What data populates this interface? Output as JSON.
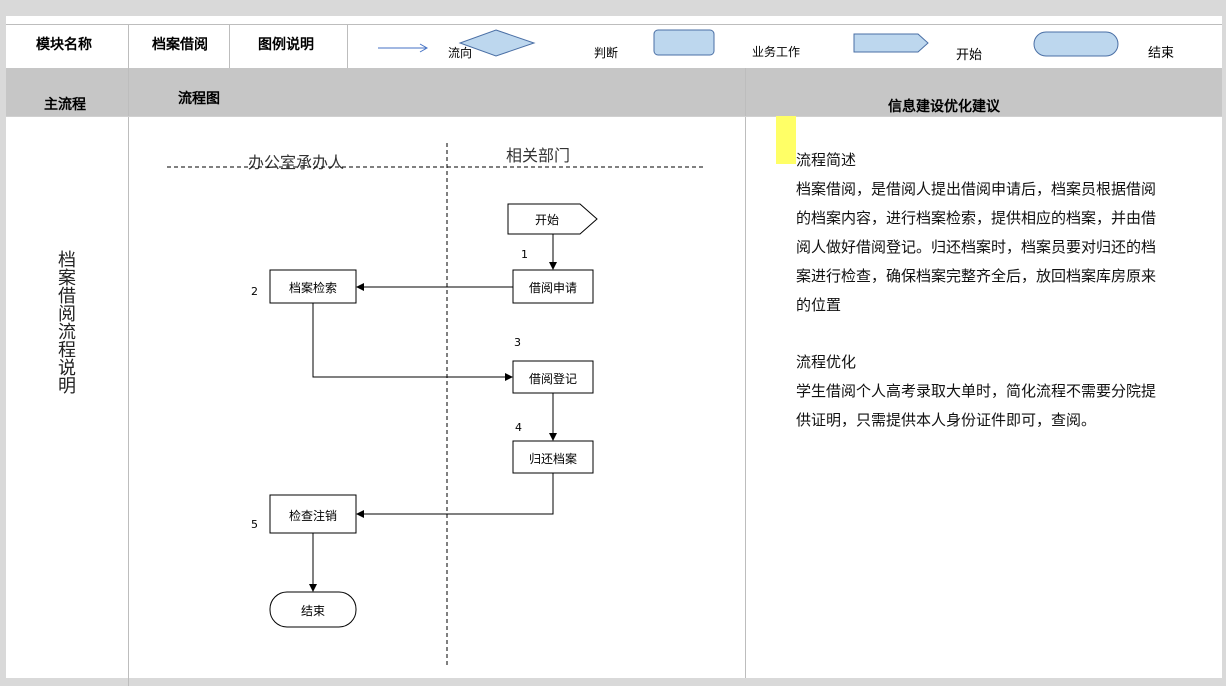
{
  "header": {
    "module_name_label": "模块名称",
    "module_name_value": "档案借阅",
    "legend_title": "图例说明",
    "legend": {
      "flow": "流向",
      "decision": "判断",
      "task": "业务工作",
      "start": "开始",
      "end": "结束"
    }
  },
  "columns": {
    "main_flow": "主流程",
    "flowchart": "流程图",
    "suggestions": "信息建设优化建议"
  },
  "main_flow_name": "档案借阅流程说明",
  "lanes": {
    "office": "办公室承办人",
    "department": "相关部门"
  },
  "nodes": {
    "start": "开始",
    "apply": "借阅申请",
    "search": "档案检索",
    "register": "借阅登记",
    "return": "归还档案",
    "check": "检查注销",
    "end": "结束"
  },
  "steps": {
    "s1": "1",
    "s2": "2",
    "s3": "3",
    "s4": "4",
    "s5": "5"
  },
  "suggestions": {
    "flow_title": "流程简述",
    "flow_lines": [
      "档案借阅，是借阅人提出借阅申请后，档案员根据借阅",
      "的档案内容，进行档案检索，提供相应的档案，并由借",
      "阅人做好借阅登记。归还档案时，档案员要对归还的档",
      "案进行检查，确保档案完整齐全后，放回档案库房原来",
      "的位置"
    ],
    "opt_title": "流程优化",
    "opt_lines": [
      "学生借阅个人高考录取大单时，简化流程不需要分院提",
      "供证明，只需提供本人身份证件即可，查阅。"
    ]
  },
  "colors": {
    "header_band": "#c6c6c6",
    "shape_fill": "#bdd7ee",
    "highlight": "#ffff66"
  }
}
